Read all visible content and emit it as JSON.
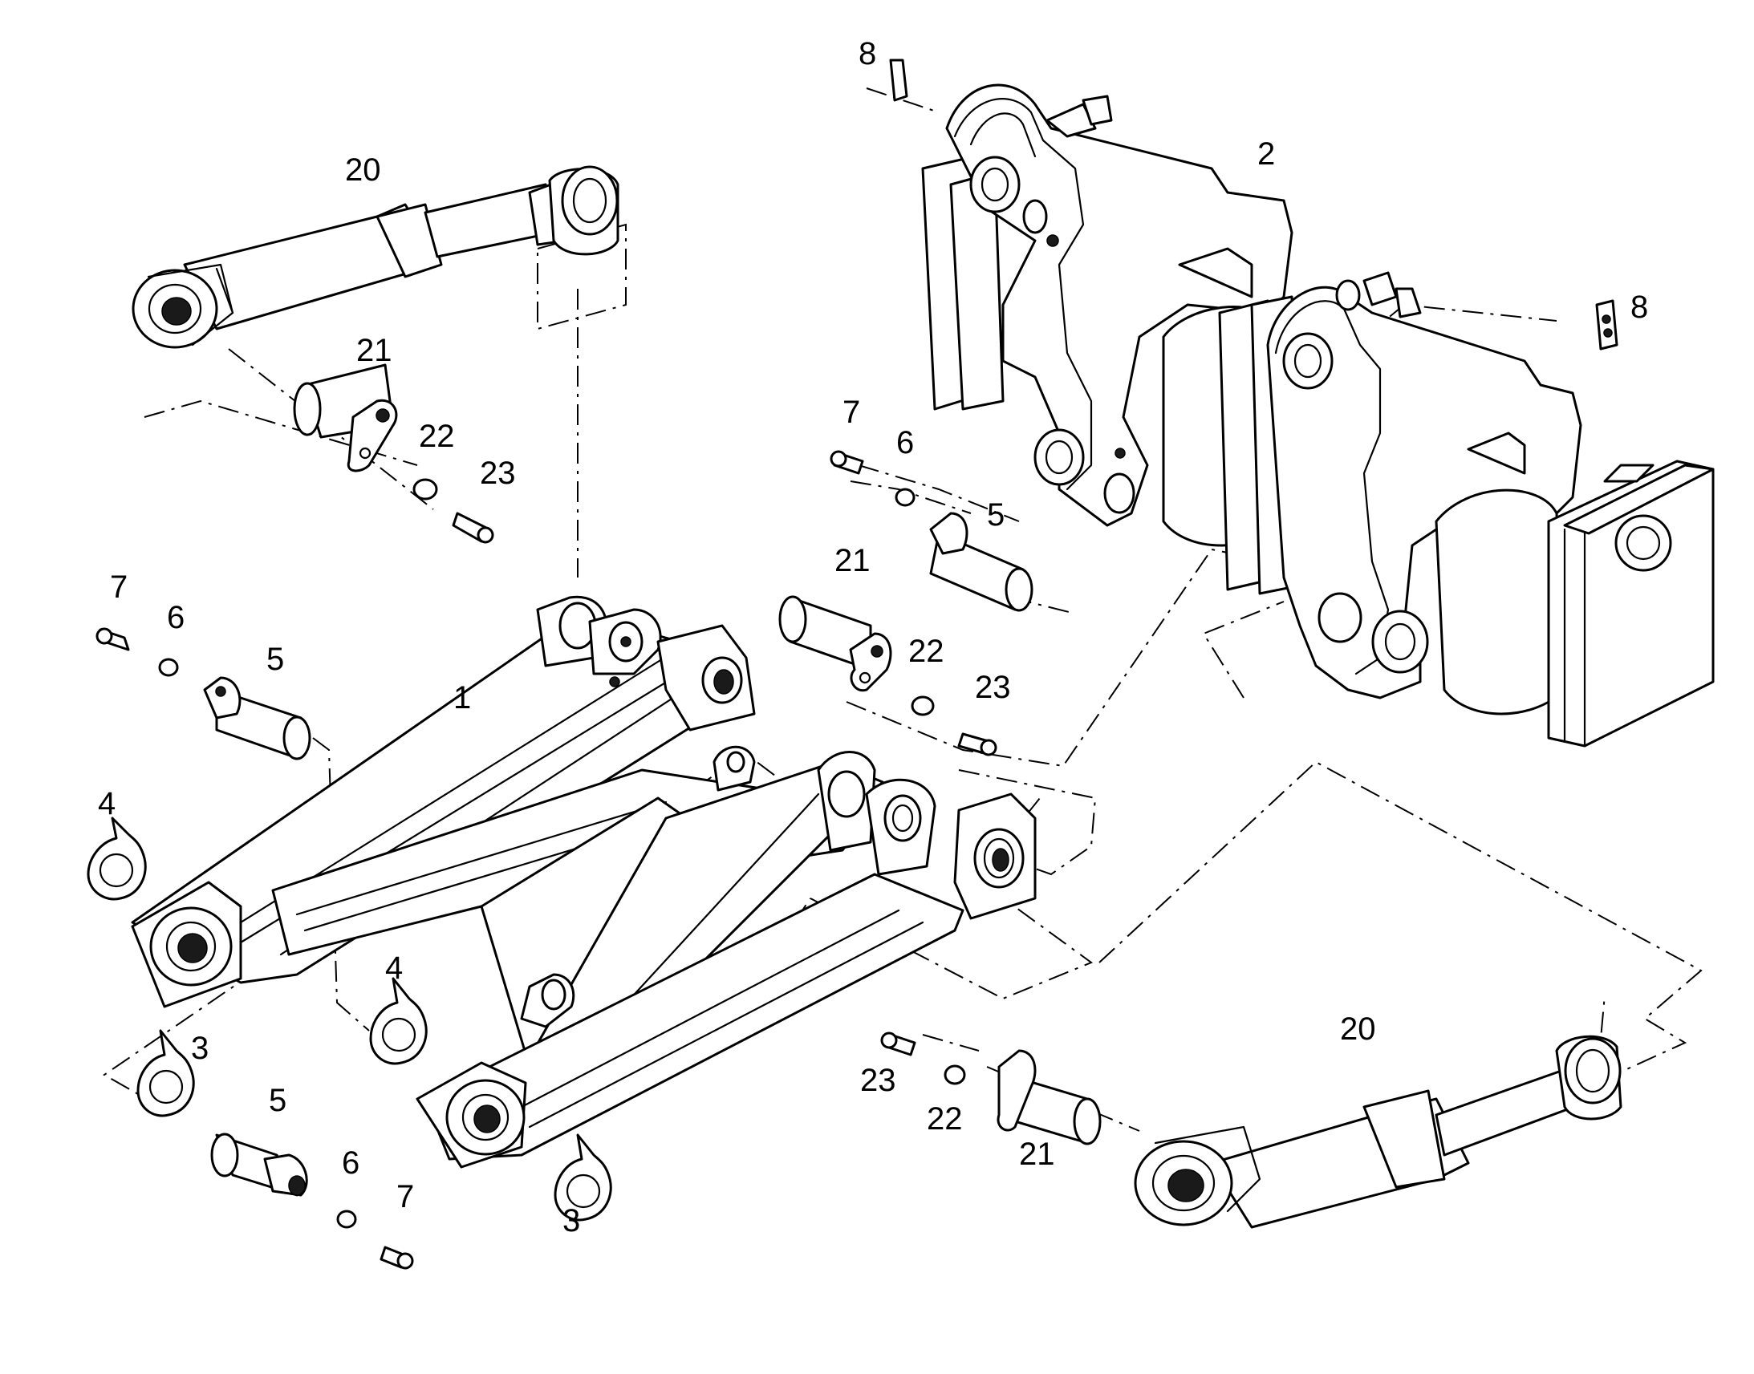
{
  "callouts": {
    "c1": "1",
    "c2": "2",
    "c3a": "3",
    "c3b": "3",
    "c4a": "4",
    "c4b": "4",
    "c5a": "5",
    "c5b": "5",
    "c5c": "5",
    "c6a": "6",
    "c6b": "6",
    "c6c": "6",
    "c7a": "7",
    "c7b": "7",
    "c7c": "7",
    "c8a": "8",
    "c8b": "8",
    "c20a": "20",
    "c20b": "20",
    "c21a": "21",
    "c21b": "21",
    "c21c": "21",
    "c22a": "22",
    "c22b": "22",
    "c22c": "22",
    "c23a": "23",
    "c23b": "23",
    "c23c": "23"
  }
}
